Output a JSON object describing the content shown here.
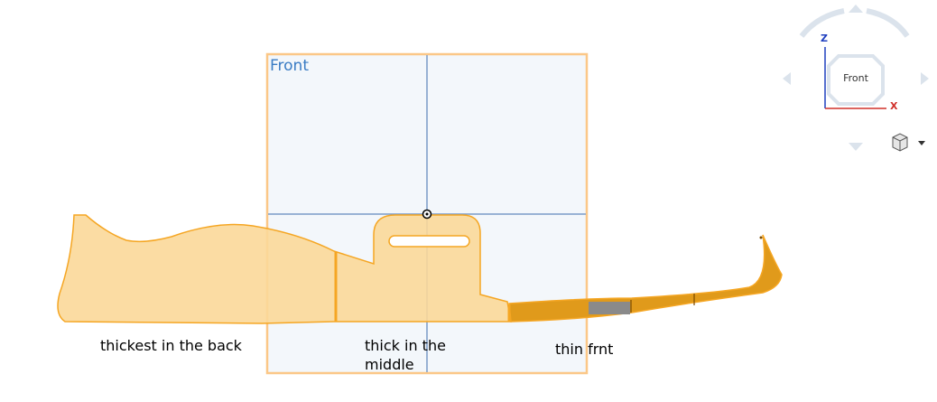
{
  "viewport": {
    "view_name": "Front",
    "viewcube": {
      "face_label": "Front",
      "axis_z_label": "Z",
      "axis_x_label": "X",
      "home_icon": "cube-icon",
      "menu_icon": "caret-down-icon"
    }
  },
  "annotations": {
    "back": "thickest in the back",
    "middle_line1": "thick in the",
    "middle_line2": "middle",
    "front": "thin frnt"
  },
  "colors": {
    "body_fill": "#fbd899",
    "body_stroke": "#f5a623",
    "frame_stroke": "#fbc787",
    "plane_fill": "#f3f7fb",
    "axis_line": "#7a9cc8",
    "thin_section": "#e09a1b",
    "gray_segment": "#8a8a8a"
  }
}
